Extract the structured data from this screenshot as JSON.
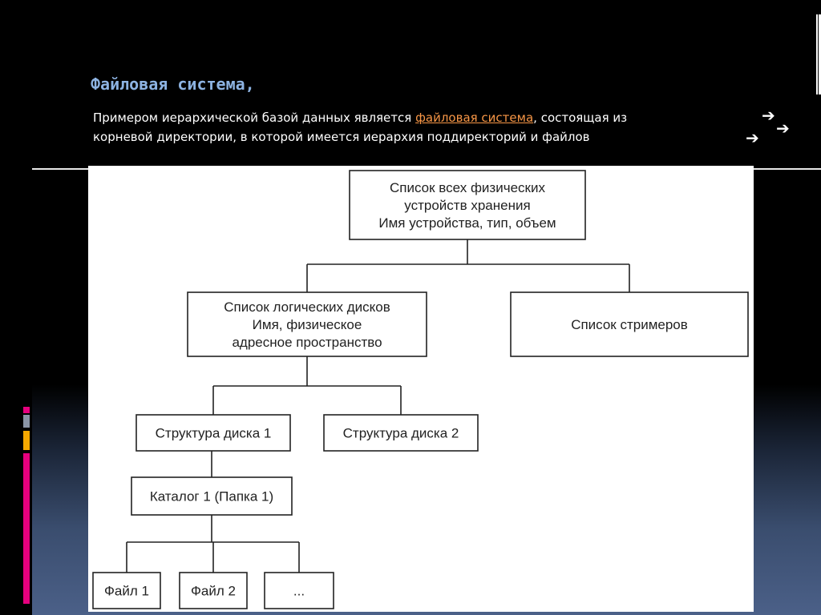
{
  "slide": {
    "title": "Файловая система,",
    "subtitle": {
      "before_link": "Примером иерархической базой данных является ",
      "link_text": "файловая система",
      "after_link": ", состоящая из корневой директории, в которой имеется иерархия поддиректорий и файлов"
    },
    "colors": {
      "title": "#8db3e2",
      "link": "#f79646",
      "accent_pink": "#e6007e",
      "accent_orange": "#f5a800"
    },
    "icons": [
      "arrow-right-icon",
      "arrow-right-icon",
      "arrow-right-icon"
    ]
  },
  "diagram": {
    "nodes": {
      "root": [
        "Список всех физических",
        "устройств хранения",
        "Имя устройства, тип, объем"
      ],
      "logical_disks": [
        "Список логических дисков",
        "Имя, физическое",
        "адресное пространство"
      ],
      "streamers": [
        "Список стримеров"
      ],
      "disk1": [
        "Структура диска 1"
      ],
      "disk2": [
        "Структура диска 2"
      ],
      "catalog": [
        "Каталог 1 (Папка 1)"
      ],
      "file1": [
        "Файл 1"
      ],
      "file2": [
        "Файл 2"
      ],
      "more": [
        "..."
      ]
    },
    "edges": [
      [
        "root",
        "logical_disks"
      ],
      [
        "root",
        "streamers"
      ],
      [
        "logical_disks",
        "disk1"
      ],
      [
        "logical_disks",
        "disk2"
      ],
      [
        "disk1",
        "catalog"
      ],
      [
        "catalog",
        "file1"
      ],
      [
        "catalog",
        "file2"
      ],
      [
        "catalog",
        "more"
      ]
    ]
  }
}
